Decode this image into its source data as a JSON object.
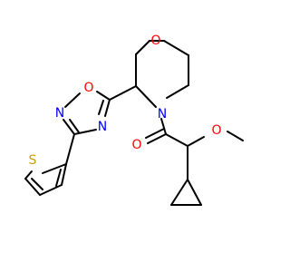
{
  "atoms": {
    "morpholine_o": {
      "text": "O",
      "color": "#ff0000"
    },
    "morpholine_n": {
      "text": "N",
      "color": "#0000ff"
    },
    "oxadiazole_o": {
      "text": "O",
      "color": "#ff0000"
    },
    "oxadiazole_n_left": {
      "text": "N",
      "color": "#0000ff"
    },
    "oxadiazole_n_right": {
      "text": "N",
      "color": "#0000ff"
    },
    "carbonyl_o": {
      "text": "O",
      "color": "#ff0000"
    },
    "methoxy_o": {
      "text": "O",
      "color": "#ff0000"
    },
    "thiophene_s": {
      "text": "S",
      "color": "#c8a000"
    }
  }
}
